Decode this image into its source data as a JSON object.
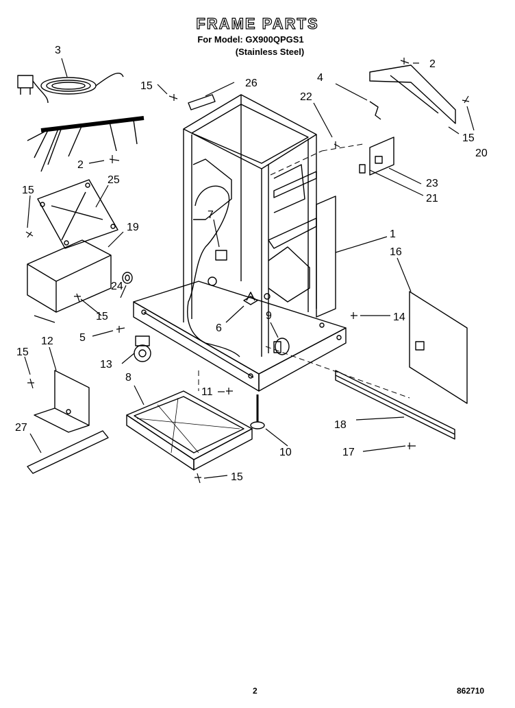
{
  "header": {
    "title": "FRAME PARTS",
    "model": "For Model: GX900QPGS1",
    "finish": "(Stainless Steel)"
  },
  "callouts": {
    "p1": "1",
    "p2": "2",
    "p3": "3",
    "p4": "4",
    "p5": "5",
    "p6": "6",
    "p7": "7",
    "p8": "8",
    "p9": "9",
    "p10": "10",
    "p11": "11",
    "p12": "12",
    "p13": "13",
    "p14": "14",
    "p15": "15",
    "p16": "16",
    "p17": "17",
    "p18": "18",
    "p19": "19",
    "p20": "20",
    "p21": "21",
    "p22": "22",
    "p23": "23",
    "p24": "24",
    "p25": "25",
    "p26": "26",
    "p27": "27"
  },
  "footer": {
    "page": "2",
    "doc_number": "862710"
  }
}
